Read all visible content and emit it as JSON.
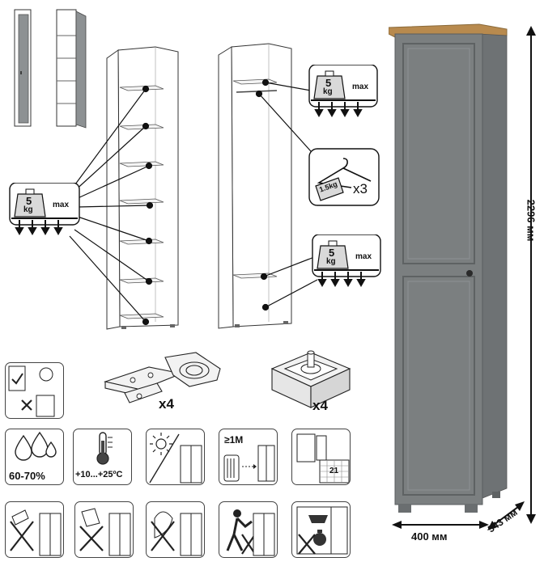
{
  "shelf_weight_main": {
    "value": "5",
    "unit": "kg",
    "suffix": "max"
  },
  "shelf_weight_top": {
    "value": "5",
    "unit": "kg",
    "suffix": "max"
  },
  "shelf_weight_bottom": {
    "value": "5",
    "unit": "kg",
    "suffix": "max"
  },
  "hanger": {
    "load": "1.5kg",
    "count": "x3"
  },
  "hinges": {
    "count": "x4"
  },
  "feet": {
    "count": "x4"
  },
  "care_icons": {
    "humidity": "60-70%",
    "temperature": "+10...+25ºC",
    "distance": "≥1M",
    "calendar_day": "21"
  },
  "dimensions": {
    "height": "2296 мм",
    "width": "400 мм",
    "depth": "543 мм"
  },
  "colors": {
    "body": "#7b7f80",
    "top": "#b88a4e",
    "line": "#111111"
  }
}
